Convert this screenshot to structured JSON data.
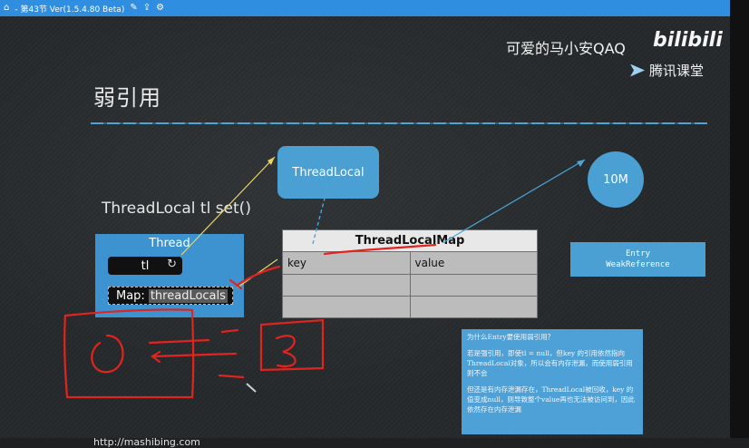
{
  "app_bar": {
    "title": "- 第43节 Ver(1.5.4.80 Beta)",
    "icons": [
      "home-icon",
      "edit-icon",
      "share-icon",
      "settings-icon"
    ]
  },
  "watermark": {
    "user": "可爱的马小安QAQ",
    "brand": "bilibili",
    "platform": "腾讯课堂"
  },
  "slide": {
    "title": "弱引用",
    "code": "ThreadLocal tl set()",
    "threadlocal_label": "ThreadLocal",
    "memory_label": "10M",
    "thread": {
      "title": "Thread",
      "tl_label": "tl",
      "map_label": "Map:",
      "map_value": "threadLocals"
    },
    "map_table": {
      "title": "ThreadLocalMap",
      "rows": [
        [
          "key",
          "value"
        ],
        [
          "",
          ""
        ],
        [
          "",
          ""
        ]
      ]
    },
    "entry": {
      "line1": "Entry",
      "line2": "WeakReference"
    },
    "note": {
      "p1": "为什么Entry要使用弱引用？",
      "p2": "若是强引用，即使tl = null，但key 的引用依然指向ThreadLocal对象，所以会有内存泄漏，而使用弱引用则不会",
      "p3": "但还是有内存泄漏存在，ThreadLocal被回收，key 的值变成null，则导致整个value再也无法被访问到，因此依然存在内存泄漏"
    },
    "footer_url": "http://mashibing.com"
  },
  "colors": {
    "app_bar": "#2f8ee0",
    "accent_blue": "#4a9fd3",
    "annotation_red": "#e0241f",
    "arrow_yellow": "#e6d36a"
  }
}
